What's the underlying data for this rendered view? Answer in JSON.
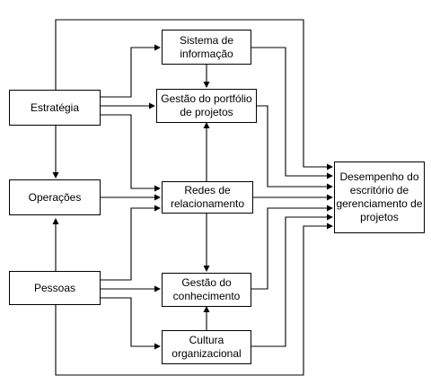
{
  "nodes": {
    "estrategia": "Estratégia",
    "operacoes": "Operações",
    "pessoas": "Pessoas",
    "sistema": "Sistema de\ninformação",
    "portfolio": "Gestão do portfólio\nde projetos",
    "redes": "Redes de\nrelacionamento",
    "conhecimento": "Gestão do\nconhecimento",
    "cultura": "Cultura\norganizacional",
    "desempenho": "Desempenho do\nescritório de\ngerenciamento de\nprojetos"
  }
}
